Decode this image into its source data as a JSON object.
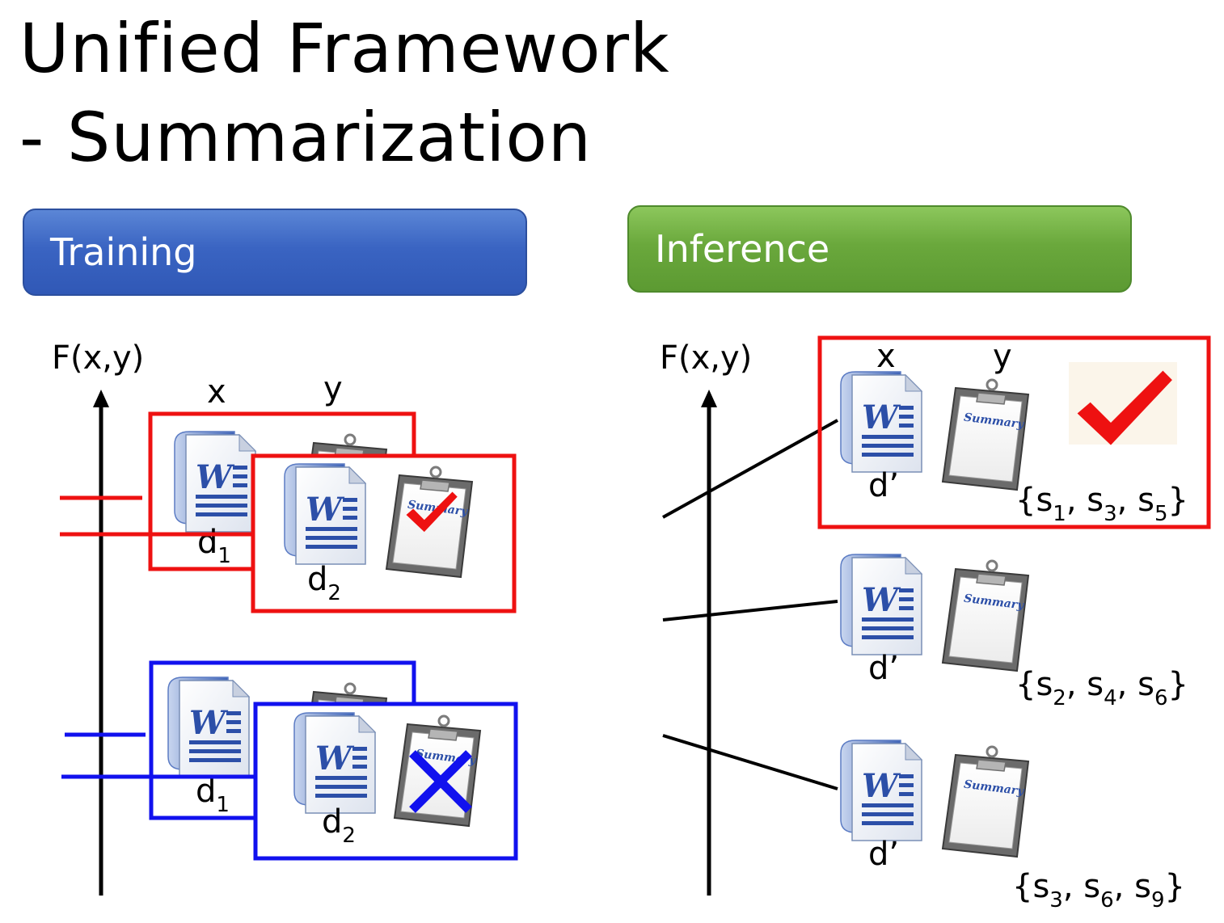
{
  "title": {
    "line1": "Unified Framework",
    "line2": "- Summarization"
  },
  "banners": {
    "training": "Training",
    "inference": "Inference"
  },
  "axis_label": "F(x,y)",
  "col_x": "x",
  "col_y": "y",
  "doc_d": "d",
  "doc_d1_sub": "1",
  "doc_d2_sub": "2",
  "doc_dprime": "d’",
  "summary_word": "Summary",
  "sets": [
    {
      "open": "{",
      "subs": [
        "1",
        "3",
        "5"
      ],
      "letter": "s",
      "sep": ", ",
      "close": "}"
    },
    {
      "open": "{",
      "subs": [
        "2",
        "4",
        "6"
      ],
      "letter": "s",
      "sep": ", ",
      "close": "}"
    },
    {
      "open": "{",
      "subs": [
        "3",
        "6",
        "9"
      ],
      "letter": "s",
      "sep": ", ",
      "close": "}"
    }
  ],
  "icons": {
    "word_doc": "word-document-icon",
    "clipboard": "clipboard-summary-icon",
    "check": "red-checkmark-icon",
    "cross": "blue-cross-icon"
  },
  "colors": {
    "positive": "#ee1111",
    "negative": "#1111ee",
    "training_banner": "#3a64c2",
    "inference_banner": "#6aa83c"
  }
}
